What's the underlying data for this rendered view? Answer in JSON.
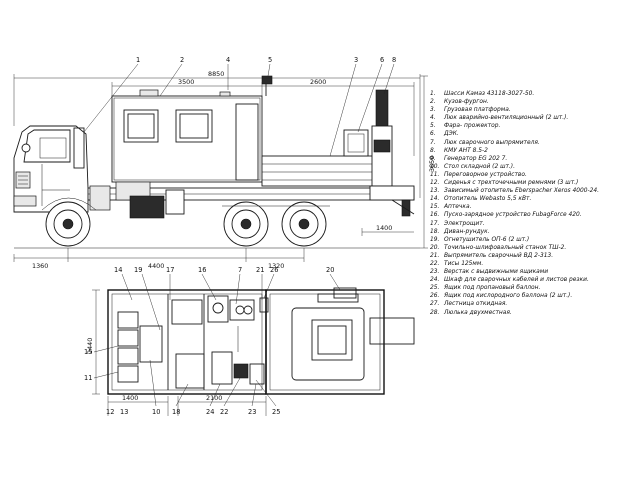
{
  "dimensions": {
    "overall_length": "8850",
    "body_length": "3500",
    "platform_length": "2600",
    "overall_height": "3850",
    "crane_reach": "1400",
    "front_overhang": "1360",
    "wheelbase": "4400",
    "bogie": "1320",
    "plan_width": "2440",
    "plan_1400": "1400",
    "plan_2100": "2100"
  },
  "side_callouts": [
    "1",
    "2",
    "3",
    "4",
    "5",
    "6",
    "8"
  ],
  "plan_callouts_top": [
    "14",
    "19",
    "17",
    "16",
    "7",
    "21",
    "26",
    "20"
  ],
  "plan_callouts_left": [
    "15",
    "11"
  ],
  "plan_callouts_bottom": [
    "12",
    "13",
    "10",
    "18",
    "24",
    "22",
    "23",
    "25"
  ],
  "legend": [
    {
      "no": "1.",
      "text": "Шасси Камаз 43118-3027-50."
    },
    {
      "no": "2.",
      "text": "Кузов-фургон."
    },
    {
      "no": "3.",
      "text": "Грузовая платформа."
    },
    {
      "no": "4.",
      "text": "Люк аварийно-вентиляционный (2 шт.)."
    },
    {
      "no": "5.",
      "text": "Фара- прожектор."
    },
    {
      "no": "6.",
      "text": "ДЭК."
    },
    {
      "no": "7.",
      "text": "Люк сварочного выпрямителя."
    },
    {
      "no": "8.",
      "text": "КМУ АНТ 8.5-2"
    },
    {
      "no": "9.",
      "text": "Генератор EG 202 7."
    },
    {
      "no": "10.",
      "text": "Стол складной (2 шт.)."
    },
    {
      "no": "11.",
      "text": "Переговорное устройство."
    },
    {
      "no": "12.",
      "text": "Сиденья с трехточечными ремнями (3 шт.)"
    },
    {
      "no": "13.",
      "text": "Зависимый отопитель Eberspacher Xeros 4000-24."
    },
    {
      "no": "14.",
      "text": "Отопитель Webasto 5,5 кВт."
    },
    {
      "no": "15.",
      "text": "Аптечка."
    },
    {
      "no": "16.",
      "text": "Пуско-зарядное устройство FubagForce 420."
    },
    {
      "no": "17.",
      "text": "Электрощит."
    },
    {
      "no": "18.",
      "text": "Диван-рундук."
    },
    {
      "no": "19.",
      "text": "Огнетушитель ОП-6 (2 шт.)"
    },
    {
      "no": "20.",
      "text": "Точильно-шлифовальный станок ТШ-2."
    },
    {
      "no": "21.",
      "text": "Выпрямитель сварочный ВД 2-313."
    },
    {
      "no": "22.",
      "text": "Тиcы 125мм."
    },
    {
      "no": "23.",
      "text": "Верстак с выдвижными ящиками"
    },
    {
      "no": "24.",
      "text": "Шкаф для сварочных кабелей и листов резки."
    },
    {
      "no": "25.",
      "text": "Ящик под пропановый баллон."
    },
    {
      "no": "26.",
      "text": "Ящик под кислородного баллона (2 шт.)."
    },
    {
      "no": "27.",
      "text": "Лестница откидная."
    },
    {
      "no": "28.",
      "text": "Люлька двухместная."
    }
  ]
}
